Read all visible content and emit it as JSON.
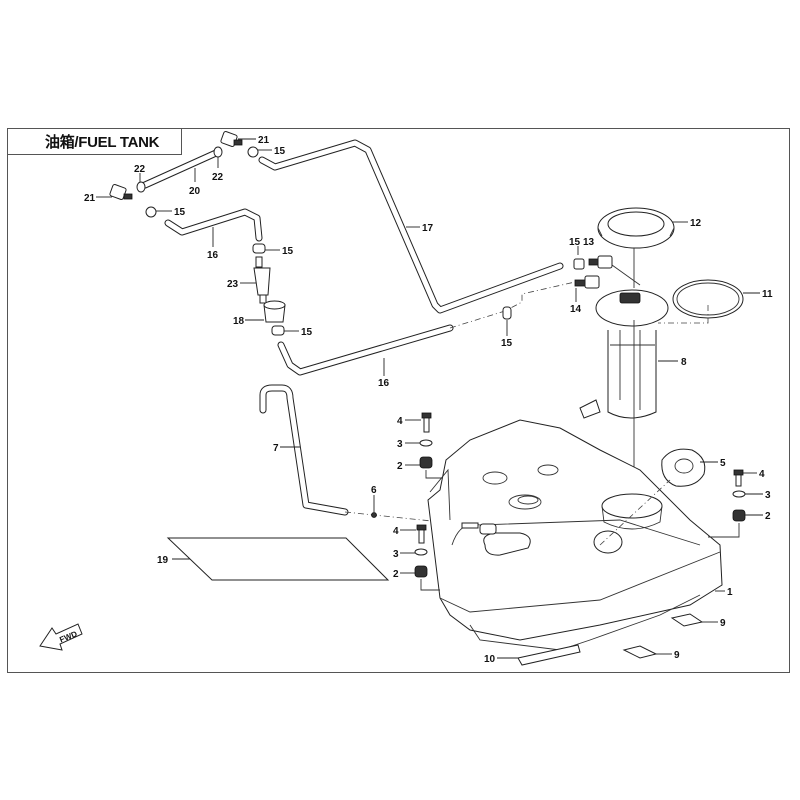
{
  "title": "油箱/FUEL TANK",
  "fwd_label": "FWD",
  "callouts": [
    {
      "id": "c21a",
      "label": "21",
      "part": "fitting"
    },
    {
      "id": "c15a",
      "label": "15",
      "part": "clamp"
    },
    {
      "id": "c22a",
      "label": "22",
      "part": "clamp"
    },
    {
      "id": "c22b",
      "label": "22",
      "part": "clamp"
    },
    {
      "id": "c20",
      "label": "20",
      "part": "hose"
    },
    {
      "id": "c21b",
      "label": "21",
      "part": "fitting"
    },
    {
      "id": "c15b",
      "label": "15",
      "part": "clamp"
    },
    {
      "id": "c16a",
      "label": "16",
      "part": "fuel-hose"
    },
    {
      "id": "c15c",
      "label": "15",
      "part": "clamp"
    },
    {
      "id": "c23",
      "label": "23",
      "part": "fuel-filter"
    },
    {
      "id": "c18",
      "label": "18",
      "part": "filter-holder"
    },
    {
      "id": "c15d",
      "label": "15",
      "part": "clamp"
    },
    {
      "id": "c17",
      "label": "17",
      "part": "fuel-hose"
    },
    {
      "id": "c16b",
      "label": "16",
      "part": "fuel-hose"
    },
    {
      "id": "c15e",
      "label": "15",
      "part": "clamp"
    },
    {
      "id": "c15f",
      "label": "15",
      "part": "clamp"
    },
    {
      "id": "c13",
      "label": "13",
      "part": "connector"
    },
    {
      "id": "c14",
      "label": "14",
      "part": "connector"
    },
    {
      "id": "c12",
      "label": "12",
      "part": "lock-ring"
    },
    {
      "id": "c11",
      "label": "11",
      "part": "seal-ring"
    },
    {
      "id": "c8",
      "label": "8",
      "part": "fuel-pump"
    },
    {
      "id": "c7",
      "label": "7",
      "part": "breather-hose"
    },
    {
      "id": "c6",
      "label": "6",
      "part": "clip"
    },
    {
      "id": "c4a",
      "label": "4",
      "part": "bolt"
    },
    {
      "id": "c3a",
      "label": "3",
      "part": "washer"
    },
    {
      "id": "c2a",
      "label": "2",
      "part": "grommet"
    },
    {
      "id": "c4b",
      "label": "4",
      "part": "bolt"
    },
    {
      "id": "c3b",
      "label": "3",
      "part": "washer"
    },
    {
      "id": "c2b",
      "label": "2",
      "part": "grommet"
    },
    {
      "id": "c5",
      "label": "5",
      "part": "fuel-cap"
    },
    {
      "id": "c4c",
      "label": "4",
      "part": "bolt"
    },
    {
      "id": "c3c",
      "label": "3",
      "part": "washer"
    },
    {
      "id": "c2c",
      "label": "2",
      "part": "grommet"
    },
    {
      "id": "c1",
      "label": "1",
      "part": "fuel-tank"
    },
    {
      "id": "c19",
      "label": "19",
      "part": "heat-shield"
    },
    {
      "id": "c9a",
      "label": "9",
      "part": "pad"
    },
    {
      "id": "c9b",
      "label": "9",
      "part": "pad"
    },
    {
      "id": "c10",
      "label": "10",
      "part": "pad"
    }
  ]
}
